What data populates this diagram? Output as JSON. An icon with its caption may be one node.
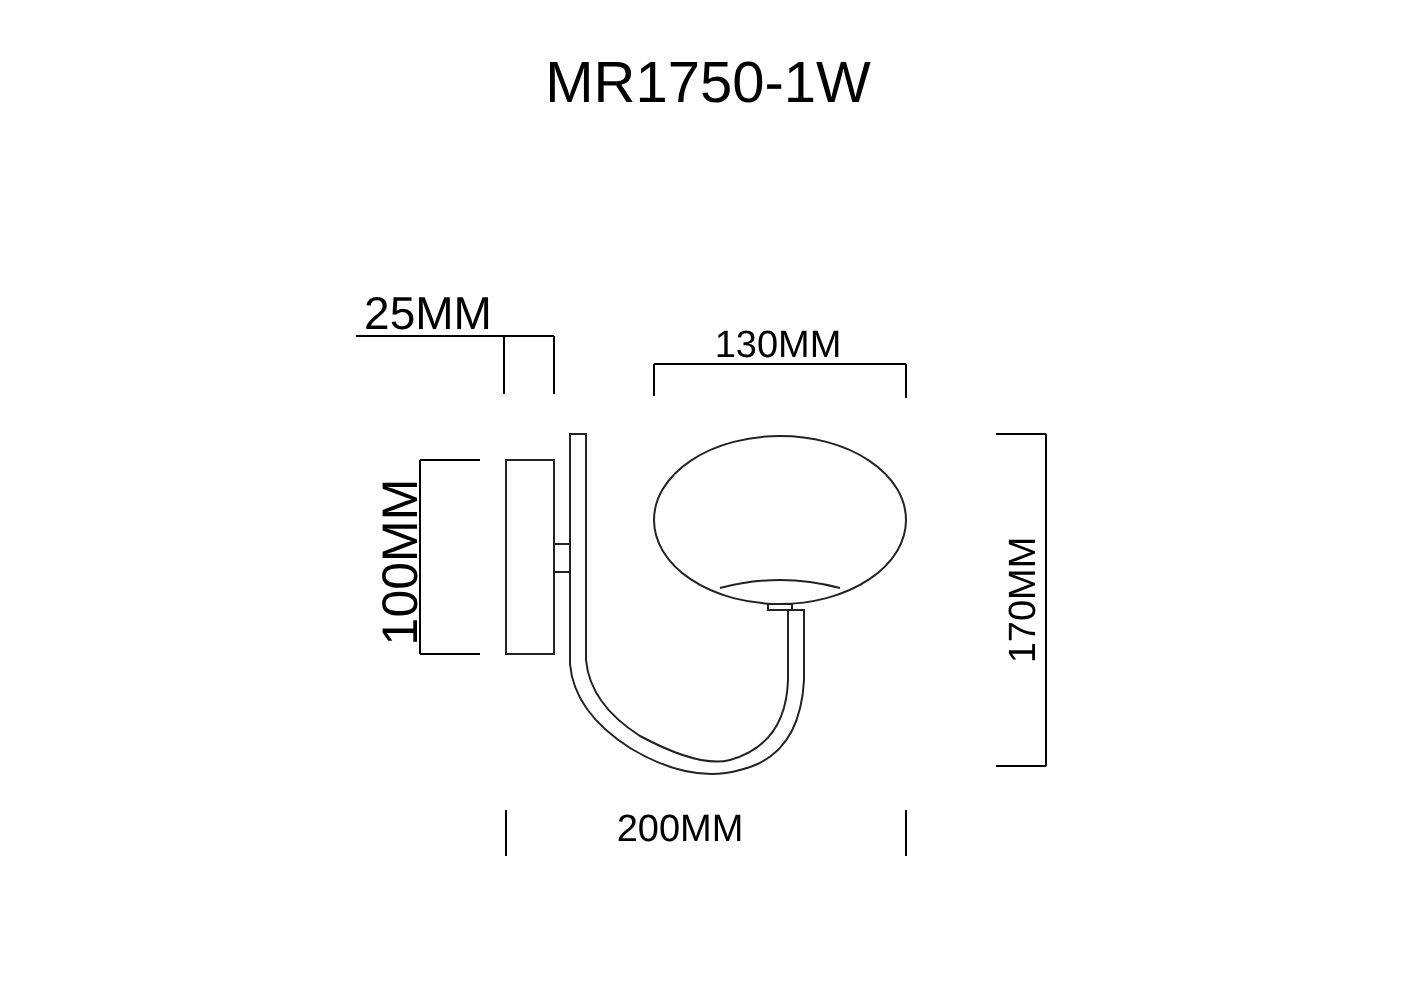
{
  "diagram": {
    "title": "MR1750-1W",
    "labels": [
      "25MM",
      "130MM",
      "100MM",
      "170MM",
      "200MM"
    ]
  }
}
